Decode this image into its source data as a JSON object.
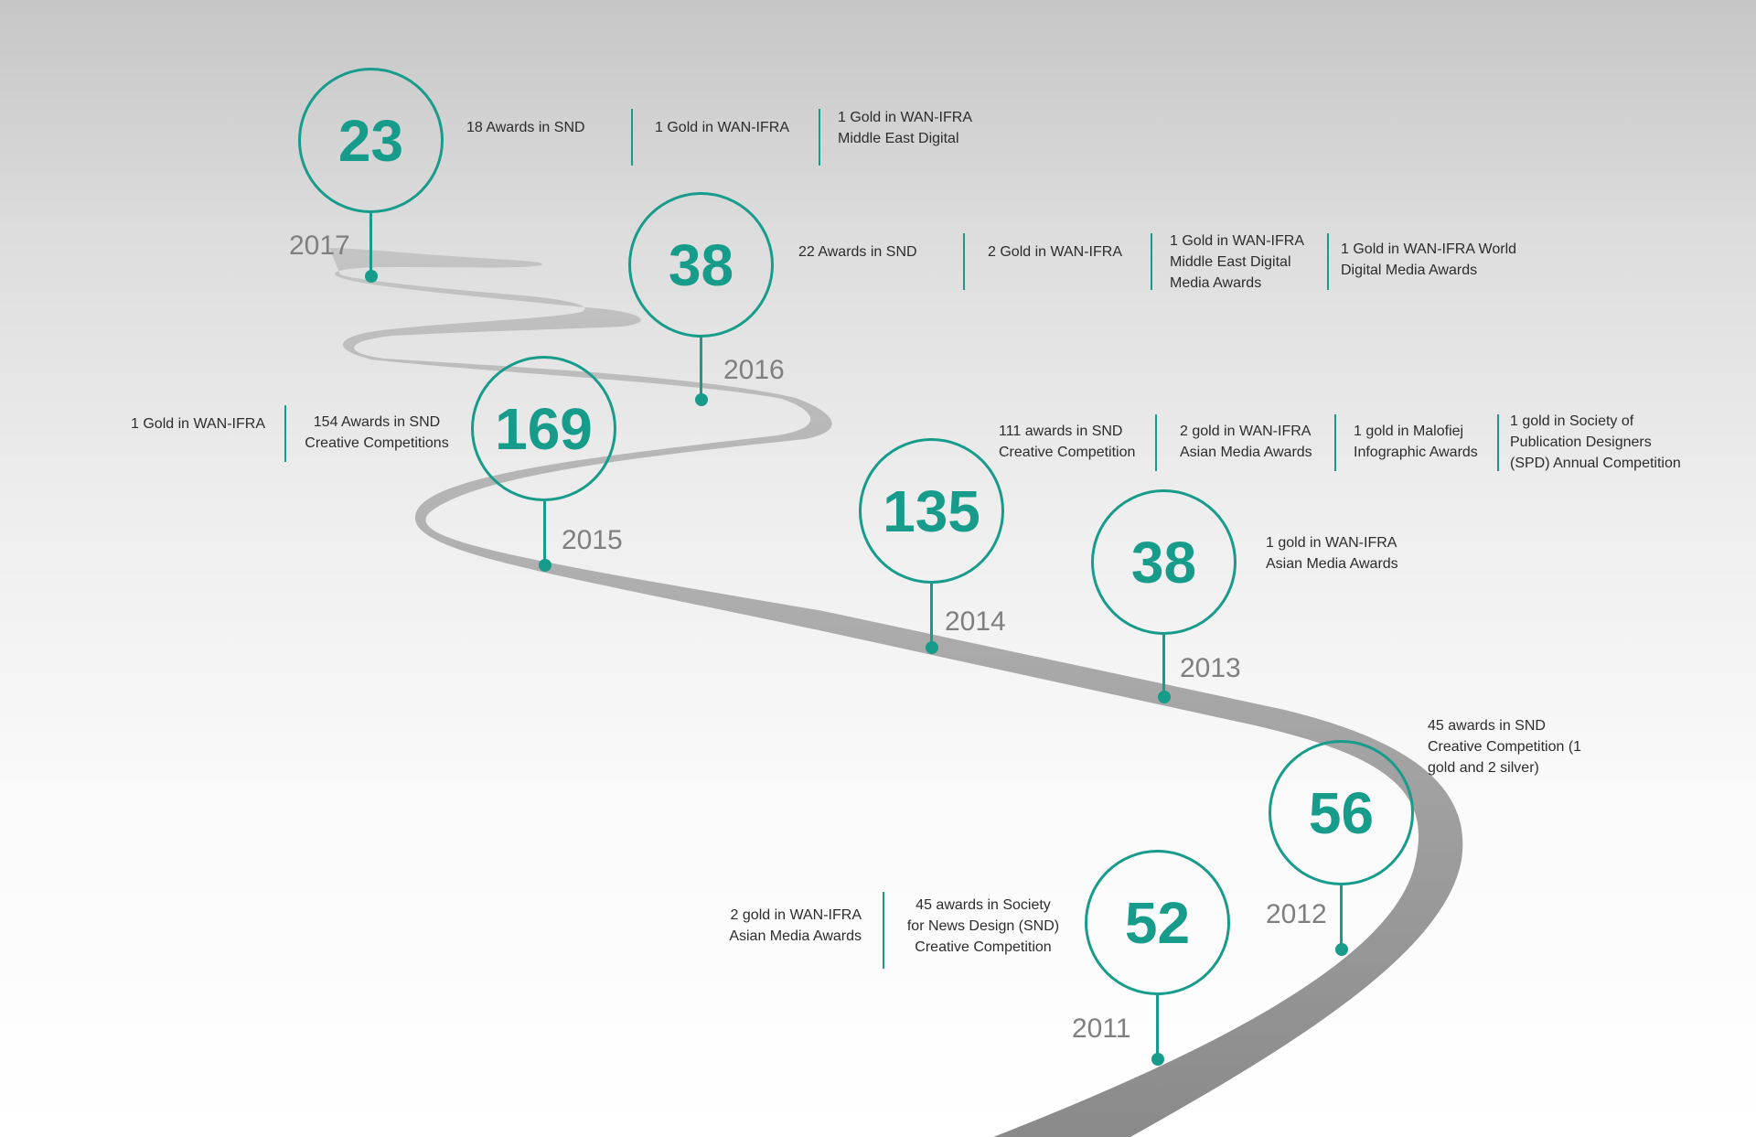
{
  "colors": {
    "accent": "#179c8b",
    "year": "#7f7f7f",
    "road": "#999999",
    "text": "#2c2c2c"
  },
  "milestones": [
    {
      "year": "2017",
      "count": "23",
      "awards": [
        "18 Awards in SND",
        "1 Gold in WAN-IFRA",
        "1 Gold in WAN-IFRA\nMiddle East Digital"
      ]
    },
    {
      "year": "2016",
      "count": "38",
      "awards": [
        "22 Awards in SND",
        "2 Gold in WAN-IFRA",
        "1 Gold in WAN-IFRA\nMiddle East Digital\nMedia Awards",
        "1 Gold in WAN-IFRA World\nDigital Media Awards"
      ]
    },
    {
      "year": "2015",
      "count": "169",
      "awards": [
        "1 Gold in WAN-IFRA",
        "154 Awards in SND\nCreative Competitions"
      ]
    },
    {
      "year": "2014",
      "count": "135",
      "awards": [
        "111 awards in SND\nCreative Competition",
        "2 gold in WAN-IFRA\nAsian Media Awards",
        "1 gold in Malofiej\nInfographic Awards",
        "1 gold in Society of\nPublication Designers\n(SPD) Annual Competition"
      ]
    },
    {
      "year": "2013",
      "count": "38",
      "awards": [
        "1 gold in WAN-IFRA\nAsian Media Awards"
      ]
    },
    {
      "year": "2012",
      "count": "56",
      "awards": [
        "45 awards in SND\nCreative Competition (1\ngold and 2 silver)"
      ]
    },
    {
      "year": "2011",
      "count": "52",
      "awards": [
        "2 gold in WAN-IFRA\nAsian Media Awards",
        "45 awards in Society\nfor News Design (SND)\nCreative Competition"
      ]
    }
  ]
}
